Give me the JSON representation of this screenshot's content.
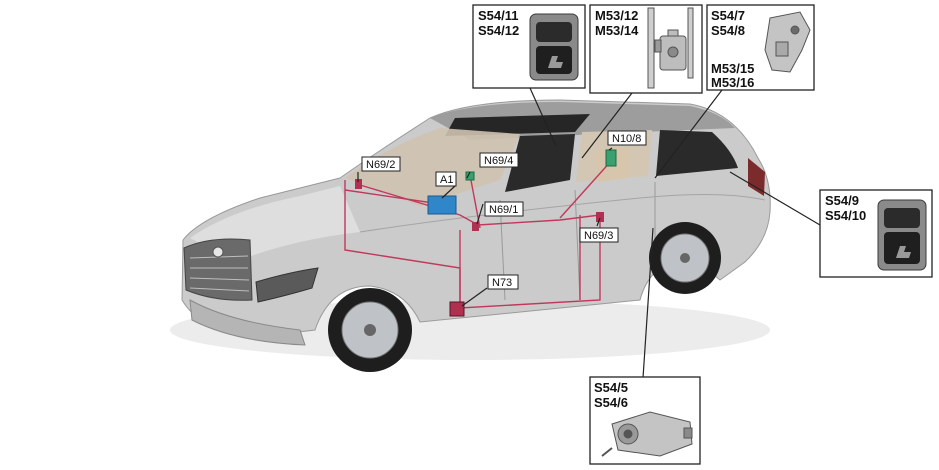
{
  "diagram": {
    "colors": {
      "wiring": "#c0395d",
      "car_body": "#c9c9c9",
      "car_dark": "#8a8a8a",
      "glass": "#1e1e1e",
      "interior": "#d8c6ac",
      "module": "#2f86c8",
      "green_module": "#3aa06f"
    },
    "boxes": [
      {
        "id": "box-s54-11",
        "labels": [
          "S54/11",
          "S54/12"
        ],
        "icon": "seat-switch-icon"
      },
      {
        "id": "box-m53-12",
        "labels": [
          "M53/12",
          "M53/14"
        ],
        "icon": "seat-motor-icon"
      },
      {
        "id": "box-s54-7",
        "labels": [
          "S54/7",
          "S54/8",
          "M53/15",
          "M53/16"
        ],
        "icon": "seat-lock-icon"
      },
      {
        "id": "box-s54-9",
        "labels": [
          "S54/9",
          "S54/10"
        ],
        "icon": "seat-switch-icon"
      },
      {
        "id": "box-s54-5",
        "labels": [
          "S54/5",
          "S54/6"
        ],
        "icon": "lock-cylinder-icon"
      }
    ],
    "tags": [
      "N69/2",
      "N69/4",
      "A1",
      "N10/8",
      "N69/1",
      "N69/3",
      "N73"
    ]
  }
}
